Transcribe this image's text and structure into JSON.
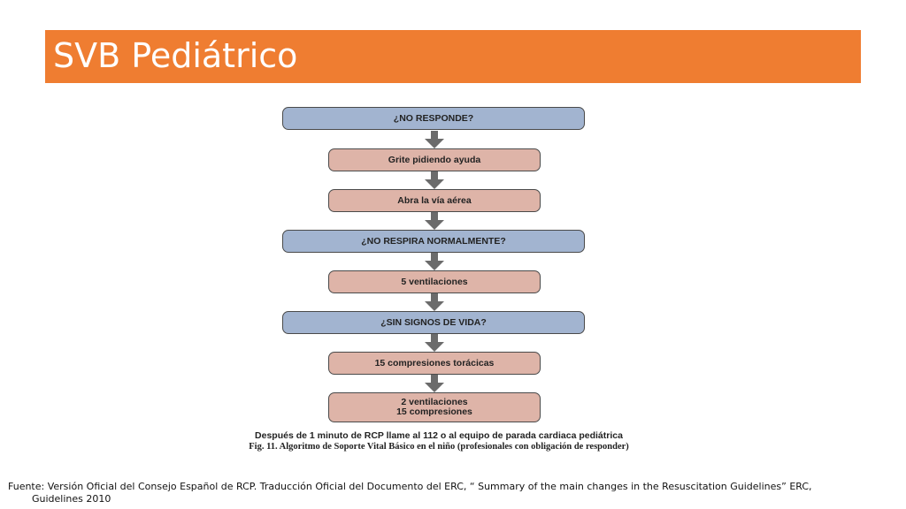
{
  "title": "SVB Pediátrico",
  "flowchart": {
    "steps": [
      {
        "text": "¿NO RESPONDE?"
      },
      {
        "text": "Grite pidiendo ayuda"
      },
      {
        "text": "Abra la vía aérea"
      },
      {
        "text": "¿NO RESPIRA NORMALMENTE?"
      },
      {
        "text": "5 ventilaciones"
      },
      {
        "text": "¿SIN SIGNOS DE VIDA?"
      },
      {
        "text": "15 compresiones torácicas"
      },
      {
        "line1": "2 ventilaciones",
        "line2": "15 compresiones"
      }
    ],
    "note": "Después de 1 minuto de RCP llame al 112 o al equipo de parada cardiaca pediátrica",
    "figure_caption": "Fig. 11. Algoritmo de Soporte Vital Básico en el niño (profesionales con obligación de responder)"
  },
  "footer": {
    "line1": "Fuente: Versión Oficial del Consejo Español de RCP.  Traducción Oficial del Documento del ERC, “ Summary of the main changes in the Resuscitation Guidelines” ERC,",
    "line2": "Guidelines 2010"
  },
  "colors": {
    "title_bar": "#ef7d31",
    "question_box": "#a2b4d0",
    "action_box": "#deb4a8",
    "arrow": "#6b6b6b"
  }
}
